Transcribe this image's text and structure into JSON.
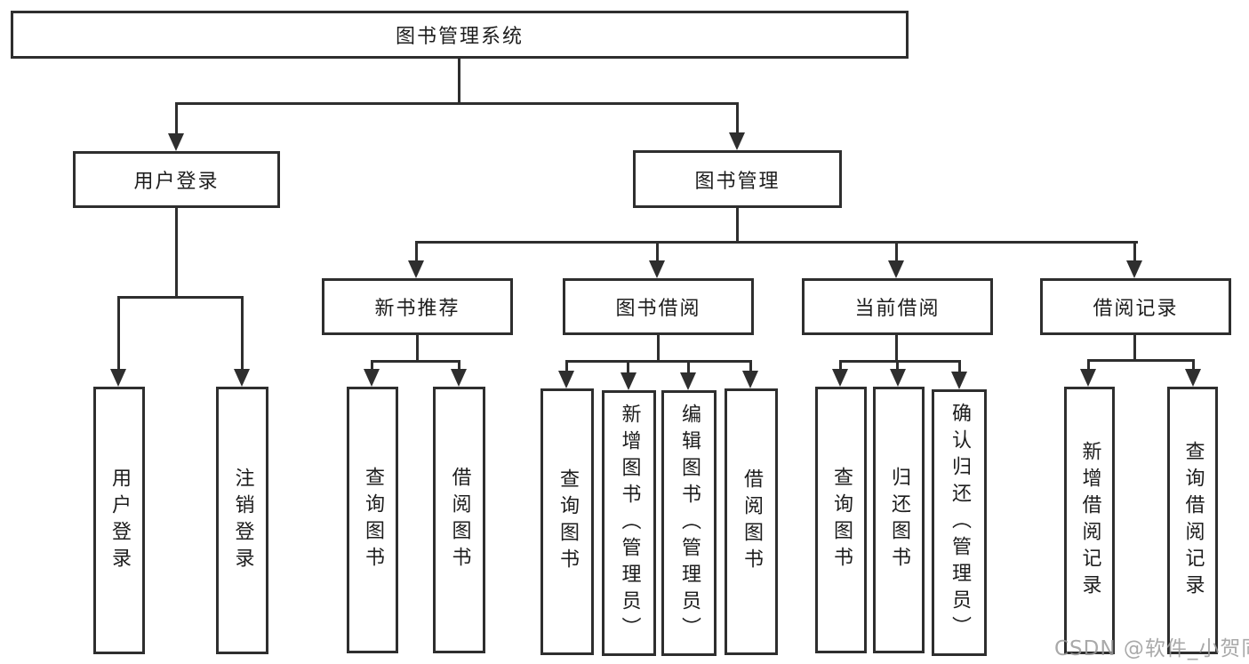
{
  "diagram": {
    "root_label": "图书管理系统",
    "level1": [
      "用户登录",
      "图书管理"
    ],
    "login_children": [
      "用户登录",
      "注销登录"
    ],
    "sections": [
      "新书推荐",
      "图书借阅",
      "当前借阅",
      "借阅记录"
    ],
    "leaves": {
      "recommend": [
        "查询图书",
        "借阅图书"
      ],
      "borrow": [
        "查询图书",
        "新增图书（管理员）",
        "编辑图书（管理员）",
        "借阅图书"
      ],
      "current": [
        "查询图书",
        "归还图书",
        "确认归还（管理员）"
      ],
      "records": [
        "新增借阅记录",
        "查询借阅记录"
      ]
    },
    "watermark": "CSDN @软件_小贺同学",
    "colors": {
      "line": "#2e2e2e",
      "text": "#1d1d1d",
      "background": "#ffffff",
      "watermark": "#9b9b9b"
    }
  }
}
